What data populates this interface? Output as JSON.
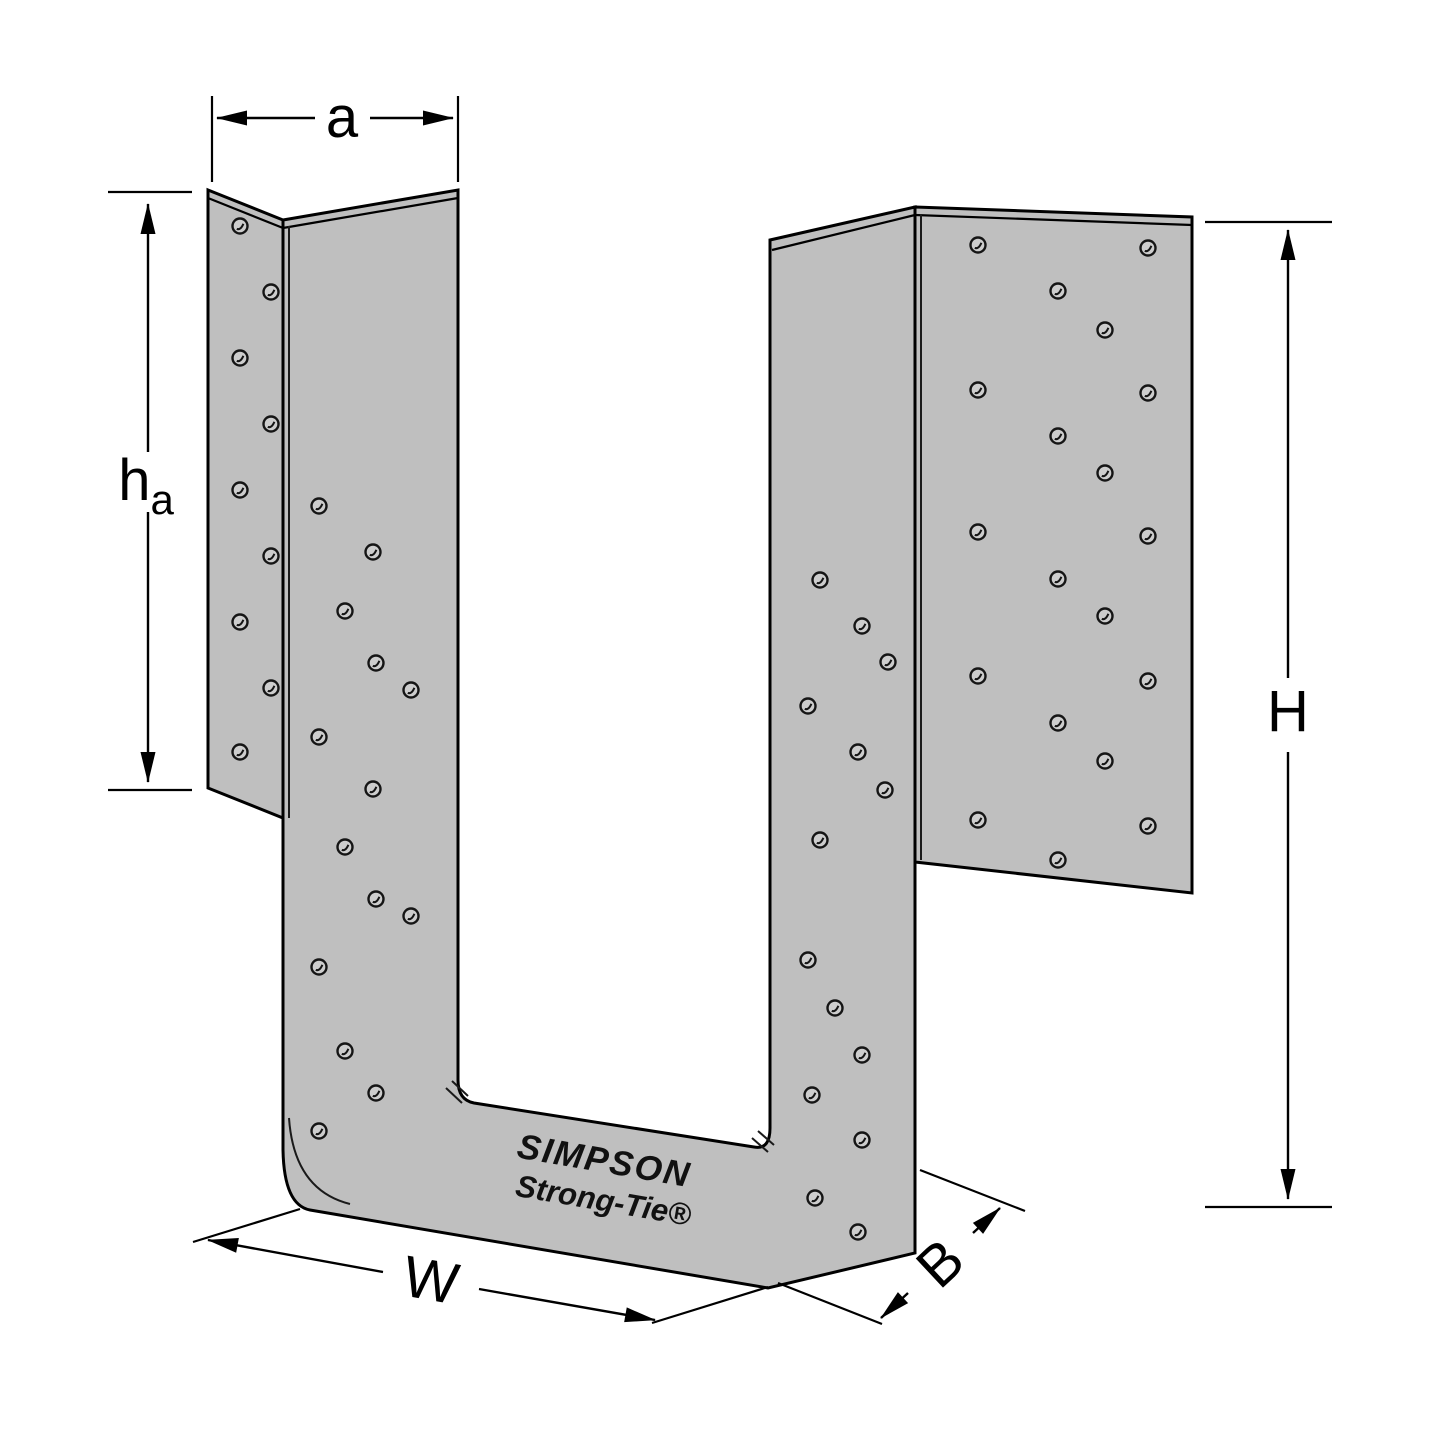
{
  "diagram": {
    "kind": "product-line-drawing",
    "subject": "U-shaped joist hanger with nail holes",
    "brand": {
      "line1": "SIMPSON",
      "line2": "Strong-Tie®"
    },
    "dimensions": {
      "a": "a",
      "ha_base": "h",
      "ha_sub": "a",
      "H": "H",
      "W": "W",
      "B": "B"
    },
    "colors": {
      "body": "#bfbfbf",
      "outline": "#000000",
      "background": "#ffffff"
    }
  }
}
